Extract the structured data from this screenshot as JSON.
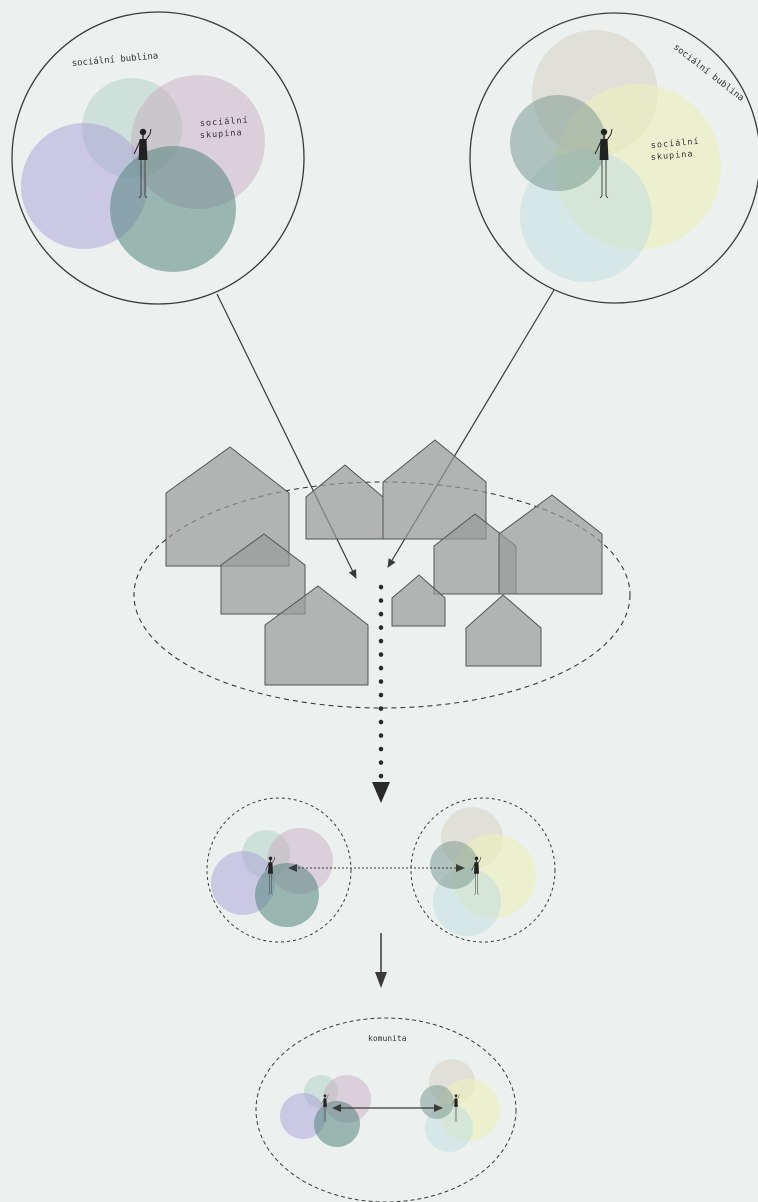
{
  "labels": {
    "left_bubble": "sociální bublina",
    "left_group": "sociální",
    "left_group_2": "skupina",
    "right_bubble": "sociální bublina",
    "right_group": "sociální",
    "right_group_2": "skupina",
    "community": "komunita"
  },
  "colors": {
    "background": "#ecf1f0",
    "lavender": "#a9a0d8",
    "mint": "#a9cbbd",
    "pink": "#c7a7bd",
    "teal": "#58857e",
    "beige": "#d9d5c9",
    "lime": "#edf0bd",
    "light_blue": "#c3dfe0",
    "slate": "#809a93",
    "house_fill": "#9a9a9a",
    "line": "#3a3a3a"
  }
}
